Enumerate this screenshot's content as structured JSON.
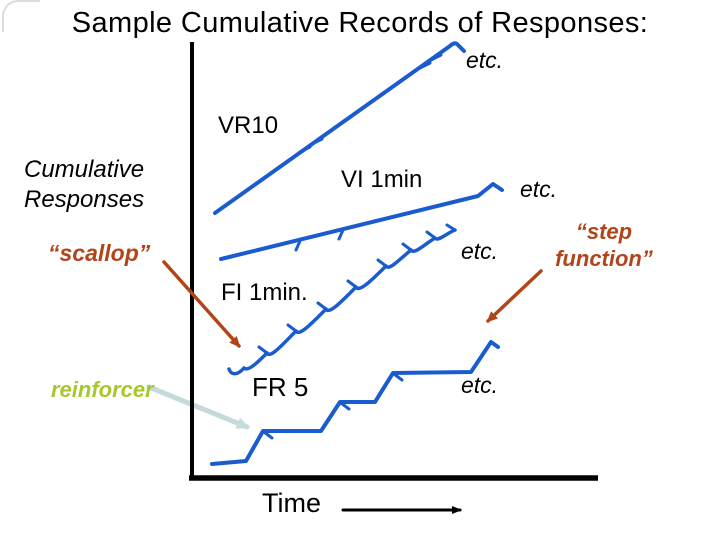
{
  "slide": {
    "title": "Sample Cumulative Records of Responses:"
  },
  "axes": {
    "y_label_line1": "Cumulative",
    "y_label_line2": "Responses",
    "x_label": "Time"
  },
  "schedules": {
    "vr": {
      "label": "VR10",
      "etc": "etc."
    },
    "vi": {
      "label": "VI 1min",
      "etc": "etc."
    },
    "fi": {
      "label": "FI 1min.",
      "etc": "etc."
    },
    "fr": {
      "label": "FR 5",
      "etc": "etc."
    }
  },
  "annotations": {
    "scallop": "“scallop”",
    "step_function_line1": "“step",
    "step_function_line2": "function”",
    "reinforcer": "reinforcer"
  },
  "colors": {
    "curve": "#1a5cd0",
    "axis": "#000000",
    "text": "#000000",
    "annotation": "#b2441a",
    "reinforcer_text": "#a5c82d",
    "reinforcer_arrow": "#c6dadc"
  }
}
